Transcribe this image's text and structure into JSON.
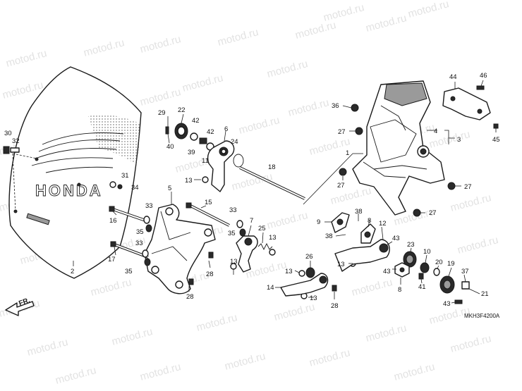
{
  "diagram_code": "MKH3F4200A",
  "watermark": "motod.ru",
  "direction_label": "FR.",
  "logo_text": "HONDA",
  "callouts": [
    {
      "id": "c30",
      "label": "30"
    },
    {
      "id": "c32",
      "label": "32"
    },
    {
      "id": "c2",
      "label": "2"
    },
    {
      "id": "c31",
      "label": "31"
    },
    {
      "id": "c34",
      "label": "34"
    },
    {
      "id": "c29",
      "label": "29"
    },
    {
      "id": "c40",
      "label": "40"
    },
    {
      "id": "c22",
      "label": "22"
    },
    {
      "id": "c39",
      "label": "39"
    },
    {
      "id": "c42a",
      "label": "42"
    },
    {
      "id": "c42b",
      "label": "42"
    },
    {
      "id": "c6",
      "label": "6"
    },
    {
      "id": "c11",
      "label": "11"
    },
    {
      "id": "c24",
      "label": "24"
    },
    {
      "id": "c13a",
      "label": "13"
    },
    {
      "id": "c18",
      "label": "18"
    },
    {
      "id": "c5",
      "label": "5"
    },
    {
      "id": "c15",
      "label": "15"
    },
    {
      "id": "c16",
      "label": "16"
    },
    {
      "id": "c33a",
      "label": "33"
    },
    {
      "id": "c35a",
      "label": "35"
    },
    {
      "id": "c17",
      "label": "17"
    },
    {
      "id": "c33b",
      "label": "33"
    },
    {
      "id": "c35b",
      "label": "35"
    },
    {
      "id": "c28a",
      "label": "28"
    },
    {
      "id": "c28b",
      "label": "28"
    },
    {
      "id": "c33c",
      "label": "33"
    },
    {
      "id": "c35c",
      "label": "35"
    },
    {
      "id": "c7",
      "label": "7"
    },
    {
      "id": "c25",
      "label": "25"
    },
    {
      "id": "c13b",
      "label": "13"
    },
    {
      "id": "c13c",
      "label": "13"
    },
    {
      "id": "c26",
      "label": "26"
    },
    {
      "id": "c13d",
      "label": "13"
    },
    {
      "id": "c14",
      "label": "14"
    },
    {
      "id": "c13e",
      "label": "13"
    },
    {
      "id": "c28c",
      "label": "28"
    },
    {
      "id": "c36",
      "label": "36"
    },
    {
      "id": "c27a",
      "label": "27"
    },
    {
      "id": "c1",
      "label": "1"
    },
    {
      "id": "c27b",
      "label": "27"
    },
    {
      "id": "c4",
      "label": "4"
    },
    {
      "id": "c3",
      "label": "3"
    },
    {
      "id": "c44",
      "label": "44"
    },
    {
      "id": "c46",
      "label": "46"
    },
    {
      "id": "c45",
      "label": "45"
    },
    {
      "id": "c27c",
      "label": "27"
    },
    {
      "id": "c27d",
      "label": "27"
    },
    {
      "id": "c9",
      "label": "9"
    },
    {
      "id": "c38a",
      "label": "38"
    },
    {
      "id": "c38b",
      "label": "38"
    },
    {
      "id": "c8a",
      "label": "8"
    },
    {
      "id": "c12",
      "label": "12"
    },
    {
      "id": "c43a",
      "label": "43"
    },
    {
      "id": "c13f",
      "label": "13"
    },
    {
      "id": "c23",
      "label": "23"
    },
    {
      "id": "c10",
      "label": "10"
    },
    {
      "id": "c43b",
      "label": "43"
    },
    {
      "id": "c8b",
      "label": "8"
    },
    {
      "id": "c20",
      "label": "20"
    },
    {
      "id": "c41",
      "label": "41"
    },
    {
      "id": "c19",
      "label": "19"
    },
    {
      "id": "c37",
      "label": "37"
    },
    {
      "id": "c21",
      "label": "21"
    },
    {
      "id": "c43c",
      "label": "43"
    }
  ]
}
